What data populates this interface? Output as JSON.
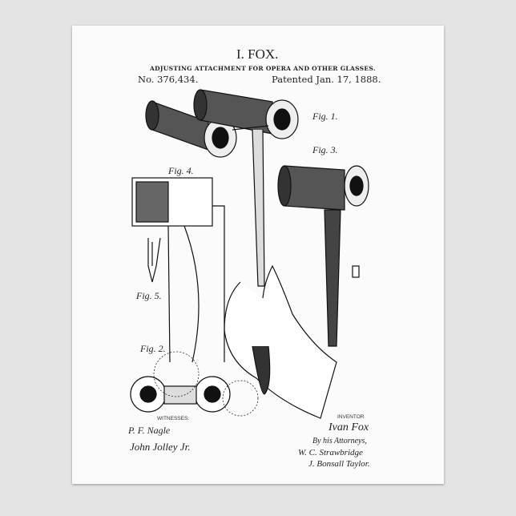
{
  "header": {
    "inventor": "I. FOX.",
    "title": "ADJUSTING ATTACHMENT FOR OPERA AND OTHER GLASSES.",
    "patent_number": "No. 376,434.",
    "patent_date": "Patented Jan. 17, 1888."
  },
  "figures": [
    "Fig. 1.",
    "Fig. 2.",
    "Fig. 3.",
    "Fig. 4.",
    "Fig. 5."
  ],
  "footer": {
    "witnesses_label": "WITNESSES:",
    "witness_1": "P. F. Nagle",
    "witness_2": "John Jolley Jr.",
    "inventor_label": "INVENTOR",
    "inventor_signature": "Ivan Fox",
    "attorneys_line": "By his Attorneys,",
    "attorney_1": "W. C. Strawbridge",
    "attorney_2": "J. Bonsall Taylor."
  }
}
